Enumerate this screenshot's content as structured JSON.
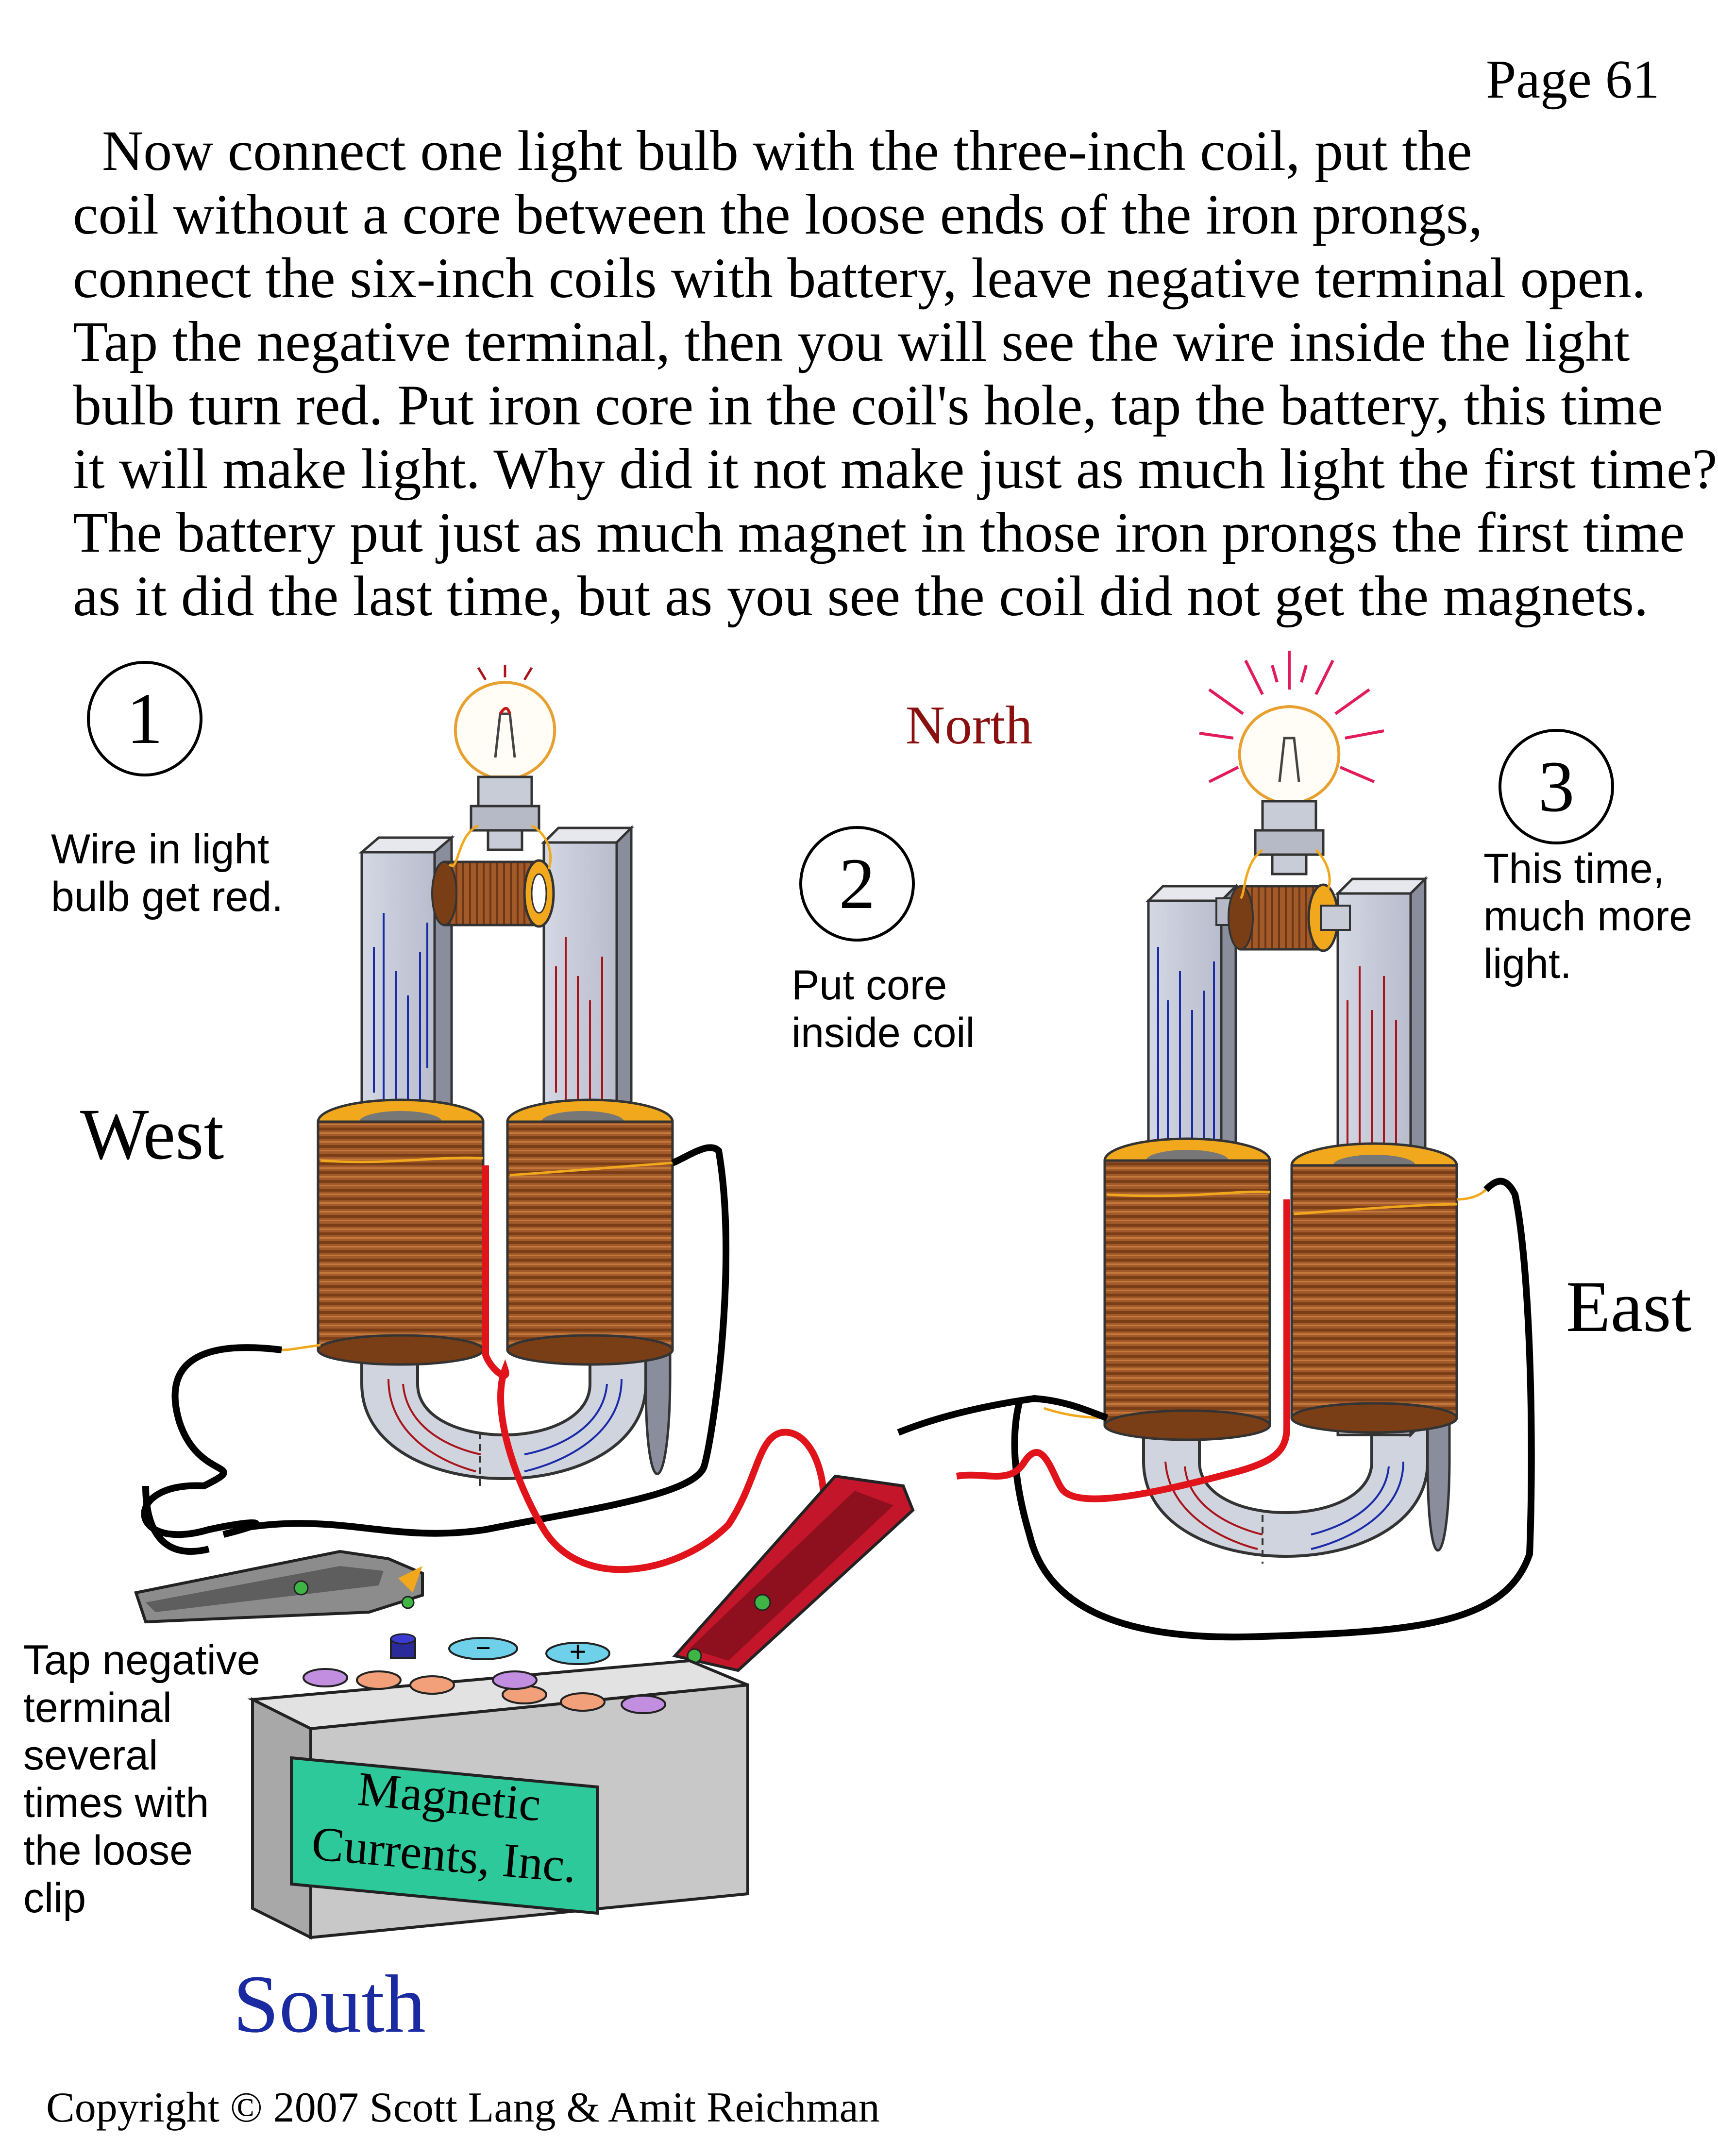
{
  "page_number": "Page 61",
  "intro_lines": [
    "Now connect one light bulb with the three-inch coil, put the",
    "coil without a core between the loose ends of the iron prongs,",
    "connect the six-inch coils with battery, leave negative terminal open.",
    "Tap the negative terminal, then you will see the wire inside the light",
    "bulb turn red. Put iron core in the coil's hole, tap the battery, this time",
    "it will make light. Why did it not make just as much light the first time?",
    "The battery put just as much magnet in those iron prongs the first time",
    "as it did the last time, but as you see the coil did not get the magnets."
  ],
  "steps": [
    {
      "number": "1",
      "caption_lines": [
        "Wire in light",
        "bulb get red."
      ]
    },
    {
      "number": "2",
      "caption_lines": [
        "Put core",
        "inside coil"
      ]
    },
    {
      "number": "3",
      "caption_lines": [
        "This time,",
        "much more",
        "light."
      ]
    }
  ],
  "directions": {
    "north": "North",
    "west": "West",
    "east": "East",
    "south": "South"
  },
  "tap_instruction_lines": [
    "Tap negative",
    "terminal",
    "several",
    "times with",
    "the loose",
    "clip"
  ],
  "battery": {
    "brand_lines": [
      "Magnetic",
      "Currents, Inc."
    ],
    "negative_symbol": "−",
    "positive_symbol": "+"
  },
  "copyright": "Copyright ©  2007 Scott Lang & Amit Reichman",
  "colors": {
    "iron": "#c8ccd8",
    "coil": "#a0582a",
    "coil_ring": "#f2a81d",
    "red_wire": "#e0141a",
    "black_wire": "#000000",
    "battery": "#c8c8c8",
    "label_panel": "#2ec99a",
    "north_text": "#8a1010",
    "south_text": "#1a2aa0",
    "flux_blue": "#1a2aa8",
    "flux_red": "#a8141a"
  }
}
